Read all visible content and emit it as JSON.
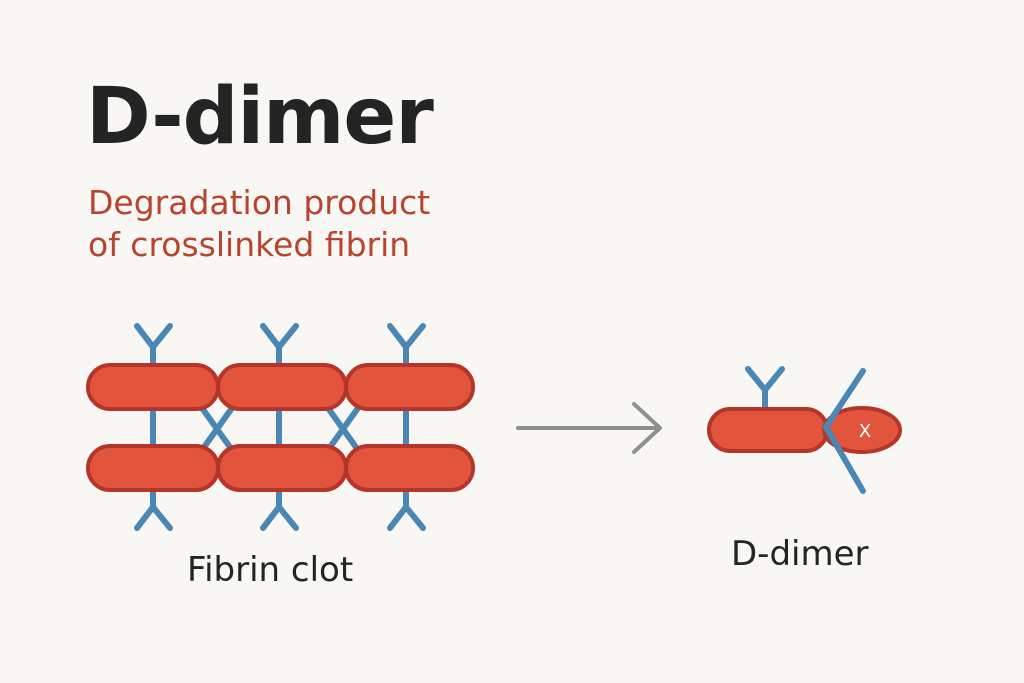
{
  "title": "D-dimer",
  "subtitle": {
    "line1": "Degradation product",
    "line2": "of crosslinked fibrin"
  },
  "labels": {
    "fibrin_clot": "Fibrin clot",
    "d_dimer": "D-dimer",
    "crosslink_mark": "X"
  },
  "colors": {
    "background": "#f8f7f3",
    "title": "#242424",
    "subtitle": "#b8432f",
    "fibrin_fill": "#e2553c",
    "fibrin_stroke": "#b5352a",
    "strand": "#4a87b4",
    "arrow": "#8f8f8f"
  }
}
